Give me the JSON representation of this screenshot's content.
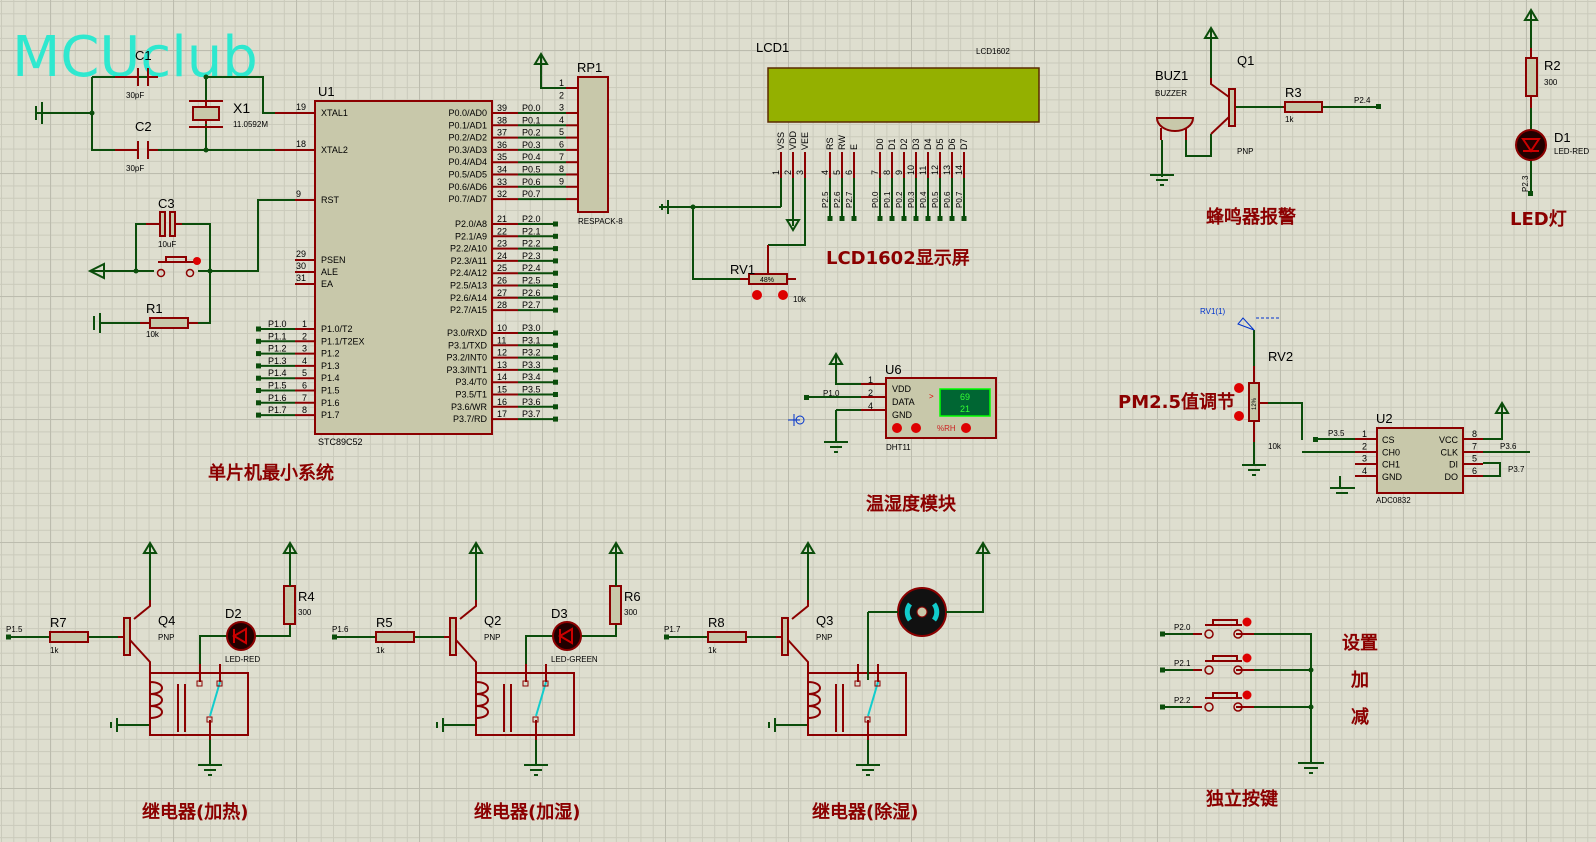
{
  "watermark": "MCUclub",
  "titles": {
    "mcu": "单片机最小系统",
    "lcd": "LCD1602显示屏",
    "dht": "温湿度模块",
    "buzzer": "蜂鸣器报警",
    "led": "LED灯",
    "pm25": "PM2.5值调节",
    "relay_heat": "继电器(加热)",
    "relay_humid": "继电器(加湿)",
    "relay_dehumid": "继电器(除湿)",
    "keys": "独立按键",
    "key_set": "设置",
    "key_add": "加",
    "key_sub": "减"
  },
  "mcu": {
    "ref": "U1",
    "part": "STC89C52",
    "left_pins": [
      {
        "num": "19",
        "name": "XTAL1"
      },
      {
        "num": "18",
        "name": "XTAL2"
      },
      {
        "num": "9",
        "name": "RST"
      },
      {
        "num": "29",
        "name": "PSEN"
      },
      {
        "num": "30",
        "name": "ALE"
      },
      {
        "num": "31",
        "name": "EA"
      }
    ],
    "p1_pins": [
      {
        "num": "1",
        "net": "P1.0",
        "name": "P1.0/T2"
      },
      {
        "num": "2",
        "net": "P1.1",
        "name": "P1.1/T2EX"
      },
      {
        "num": "3",
        "net": "P1.2",
        "name": "P1.2"
      },
      {
        "num": "4",
        "net": "P1.3",
        "name": "P1.3"
      },
      {
        "num": "5",
        "net": "P1.4",
        "name": "P1.4"
      },
      {
        "num": "6",
        "net": "P1.5",
        "name": "P1.5"
      },
      {
        "num": "7",
        "net": "P1.6",
        "name": "P1.6"
      },
      {
        "num": "8",
        "net": "P1.7",
        "name": "P1.7"
      }
    ],
    "p0_pins": [
      {
        "num": "39",
        "net": "P0.0",
        "name": "P0.0/AD0"
      },
      {
        "num": "38",
        "net": "P0.1",
        "name": "P0.1/AD1"
      },
      {
        "num": "37",
        "net": "P0.2",
        "name": "P0.2/AD2"
      },
      {
        "num": "36",
        "net": "P0.3",
        "name": "P0.3/AD3"
      },
      {
        "num": "35",
        "net": "P0.4",
        "name": "P0.4/AD4"
      },
      {
        "num": "34",
        "net": "P0.5",
        "name": "P0.5/AD5"
      },
      {
        "num": "33",
        "net": "P0.6",
        "name": "P0.6/AD6"
      },
      {
        "num": "32",
        "net": "P0.7",
        "name": "P0.7/AD7"
      }
    ],
    "p2_pins": [
      {
        "num": "21",
        "net": "P2.0",
        "name": "P2.0/A8"
      },
      {
        "num": "22",
        "net": "P2.1",
        "name": "P2.1/A9"
      },
      {
        "num": "23",
        "net": "P2.2",
        "name": "P2.2/A10"
      },
      {
        "num": "24",
        "net": "P2.3",
        "name": "P2.3/A11"
      },
      {
        "num": "25",
        "net": "P2.4",
        "name": "P2.4/A12"
      },
      {
        "num": "26",
        "net": "P2.5",
        "name": "P2.5/A13"
      },
      {
        "num": "27",
        "net": "P2.6",
        "name": "P2.6/A14"
      },
      {
        "num": "28",
        "net": "P2.7",
        "name": "P2.7/A15"
      }
    ],
    "p3_pins": [
      {
        "num": "10",
        "net": "P3.0",
        "name": "P3.0/RXD"
      },
      {
        "num": "11",
        "net": "P3.1",
        "name": "P3.1/TXD"
      },
      {
        "num": "12",
        "net": "P3.2",
        "name": "P3.2/INT0"
      },
      {
        "num": "13",
        "net": "P3.3",
        "name": "P3.3/INT1"
      },
      {
        "num": "14",
        "net": "P3.4",
        "name": "P3.4/T0"
      },
      {
        "num": "15",
        "net": "P3.5",
        "name": "P3.5/T1"
      },
      {
        "num": "16",
        "net": "P3.6",
        "name": "P3.6/WR"
      },
      {
        "num": "17",
        "net": "P3.7",
        "name": "P3.7/RD"
      }
    ]
  },
  "parts": {
    "c1": {
      "ref": "C1",
      "value": "30pF"
    },
    "c2": {
      "ref": "C2",
      "value": "30pF"
    },
    "c3": {
      "ref": "C3",
      "value": "10uF"
    },
    "x1": {
      "ref": "X1",
      "value": "11.0592M"
    },
    "r1": {
      "ref": "R1",
      "value": "10k"
    },
    "rp1": {
      "ref": "RP1",
      "value": "RESPACK-8",
      "pins": [
        "1",
        "2",
        "3",
        "4",
        "5",
        "6",
        "7",
        "8",
        "9"
      ]
    },
    "lcd1": {
      "ref": "LCD1",
      "value": "LCD1602",
      "pin_names": [
        "VSS",
        "VDD",
        "VEE",
        "RS",
        "RW",
        "E",
        "D0",
        "D1",
        "D2",
        "D3",
        "D4",
        "D5",
        "D6",
        "D7"
      ],
      "pin_nums": [
        "1",
        "2",
        "3",
        "4",
        "5",
        "6",
        "7",
        "8",
        "9",
        "10",
        "11",
        "12",
        "13",
        "14"
      ],
      "nets": [
        "P2.5",
        "P2.6",
        "P2.7",
        "P0.0",
        "P0.1",
        "P0.2",
        "P0.3",
        "P0.4",
        "P0.5",
        "P0.6",
        "P0.7"
      ]
    },
    "rv1": {
      "ref": "RV1",
      "value": "10k",
      "percent": "48%"
    },
    "u6": {
      "ref": "U6",
      "value": "DHT11",
      "pins": [
        {
          "num": "1",
          "name": "VDD"
        },
        {
          "num": "2",
          "name": "DATA"
        },
        {
          "num": "4",
          "name": "GND"
        }
      ],
      "net": "P1.0",
      "humidity": "69",
      "temperature": "21",
      "unit": "%RH"
    },
    "buz1": {
      "ref": "BUZ1",
      "value": "BUZZER"
    },
    "q1": {
      "ref": "Q1",
      "value": "PNP"
    },
    "r3": {
      "ref": "R3",
      "value": "1k",
      "net": "P2.4"
    },
    "r2": {
      "ref": "R2",
      "value": "300"
    },
    "d1": {
      "ref": "D1",
      "value": "LED-RED",
      "net": "P2.3"
    },
    "rv2": {
      "ref": "RV2",
      "value": "10k",
      "percent": "12%",
      "probe": "RV1(1)"
    },
    "u2": {
      "ref": "U2",
      "value": "ADC0832",
      "pins_left": [
        {
          "num": "1",
          "name": "CS"
        },
        {
          "num": "2",
          "name": "CH0"
        },
        {
          "num": "3",
          "name": "CH1"
        },
        {
          "num": "4",
          "name": "GND"
        }
      ],
      "pins_right": [
        {
          "num": "8",
          "name": "VCC"
        },
        {
          "num": "7",
          "name": "CLK"
        },
        {
          "num": "5",
          "name": "DI"
        },
        {
          "num": "6",
          "name": "DO"
        }
      ],
      "nets": {
        "cs": "P3.5",
        "clk": "P3.6",
        "dio": "P3.7"
      }
    },
    "q4": {
      "ref": "Q4",
      "value": "PNP"
    },
    "r7": {
      "ref": "R7",
      "value": "1k",
      "net": "P1.5"
    },
    "d2": {
      "ref": "D2",
      "value": "LED-RED"
    },
    "r4": {
      "ref": "R4",
      "value": "300"
    },
    "q2": {
      "ref": "Q2",
      "value": "PNP"
    },
    "r5": {
      "ref": "R5",
      "value": "1k",
      "net": "P1.6"
    },
    "d3": {
      "ref": "D3",
      "value": "LED-GREEN"
    },
    "r6": {
      "ref": "R6",
      "value": "300"
    },
    "q3": {
      "ref": "Q3",
      "value": "PNP"
    },
    "r8": {
      "ref": "R8",
      "value": "1k",
      "net": "P1.7"
    },
    "keys": {
      "nets": [
        "P2.0",
        "P2.1",
        "P2.2"
      ]
    }
  }
}
